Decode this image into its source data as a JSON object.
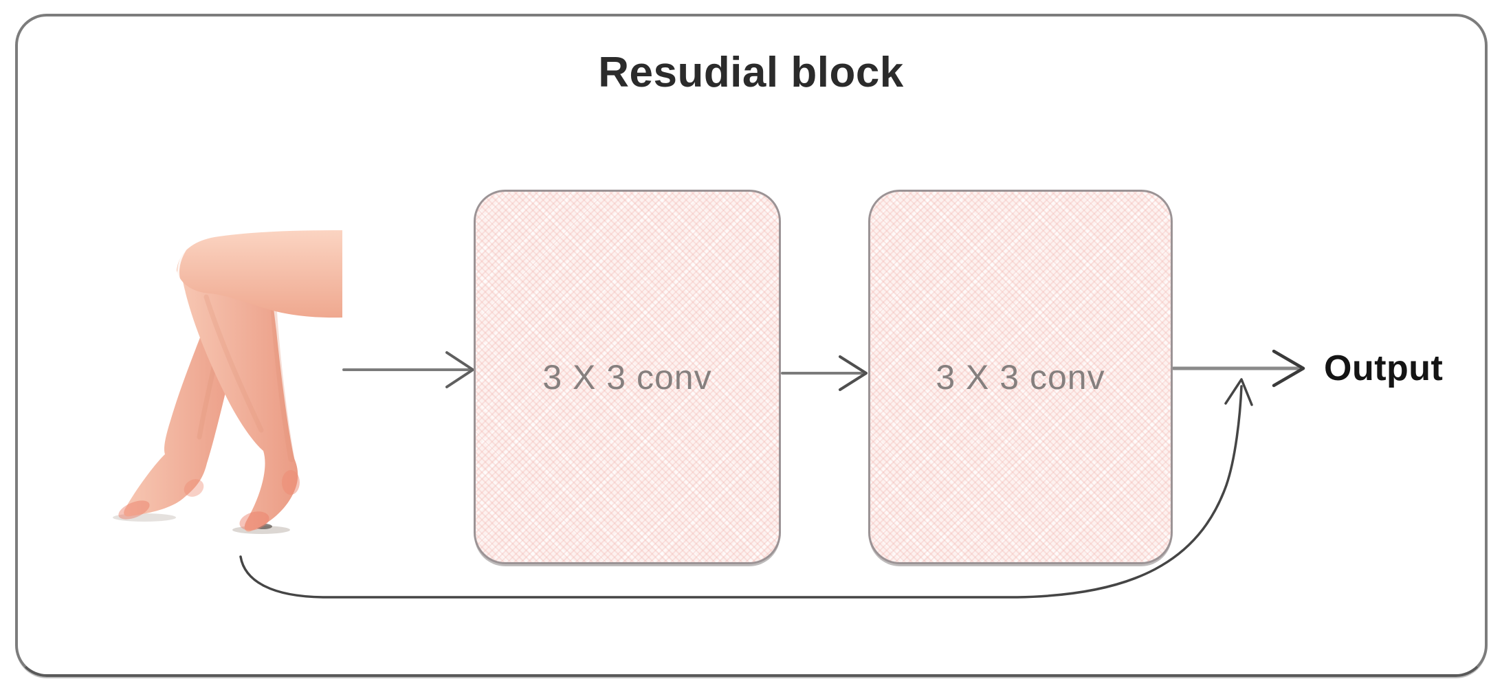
{
  "title": "Resudial block",
  "nodes": [
    {
      "id": "input-image",
      "type": "image",
      "label": "",
      "description": "photo of crossed bare legs standing on tiptoe, used as the input image"
    },
    {
      "id": "conv1",
      "type": "layer",
      "label": "3 X 3 conv"
    },
    {
      "id": "conv2",
      "type": "layer",
      "label": "3 X 3 conv"
    },
    {
      "id": "output",
      "type": "text",
      "label": "Output"
    }
  ],
  "edges": [
    {
      "from": "input-image",
      "to": "conv1",
      "style": "straight-arrow"
    },
    {
      "from": "conv1",
      "to": "conv2",
      "style": "straight-arrow"
    },
    {
      "from": "conv2",
      "to": "output",
      "style": "straight-arrow"
    },
    {
      "from": "input-image",
      "to": "output",
      "style": "curved-skip-connection-arrow"
    }
  ],
  "colors": {
    "background": "#ffffff",
    "frame_border": "#7c7c7c",
    "box_fill": "#fdf1ef",
    "box_hatch": "#f3bab2",
    "box_border": "#9b9395",
    "box_label_text": "#857f7e",
    "title_text": "#2b2b2b",
    "output_text": "#141414",
    "arrow": "#6f6f6f",
    "skip_arrow": "#454545"
  }
}
